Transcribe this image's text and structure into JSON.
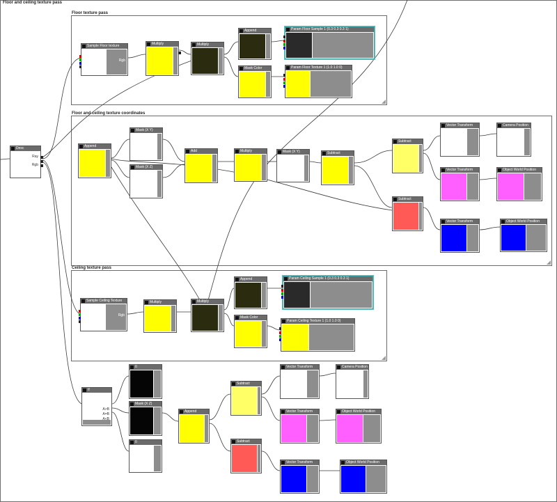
{
  "canvas": {
    "title": "Floor and ceiling texture pass"
  },
  "groups": [
    {
      "id": "g_floor",
      "title": "Floor texture pass"
    },
    {
      "id": "g_coords",
      "title": "Floor and ceiling texture coordinates"
    },
    {
      "id": "g_ceil",
      "title": "Ceiling texture pass"
    }
  ],
  "colors": {
    "yellow": "#ffff00",
    "pale_yellow": "#ffff66",
    "dark": "#2b2b0f",
    "black": "#050505",
    "pink": "#ff5fff",
    "red": "#ff5a55",
    "blue": "#0000ff",
    "white": "#ffffff",
    "charcoal": "#2a2a2a"
  },
  "nodes": [
    {
      "id": "desc",
      "title": "Desc",
      "labels": [
        "Ray",
        "Rgb"
      ]
    },
    {
      "id": "f_sample",
      "title": "Sample Floor texture",
      "labels": [
        "Rgb"
      ]
    },
    {
      "id": "f_mul1",
      "title": "Multiply"
    },
    {
      "id": "f_mul2",
      "title": "Multiply"
    },
    {
      "id": "f_append",
      "title": "Append"
    },
    {
      "id": "f_mask",
      "title": "Mask Color"
    },
    {
      "id": "f_param1",
      "title": "Param Floor Sample 1 (0.3 0.3 0.3 1)"
    },
    {
      "id": "f_param2",
      "title": "Param Floor Texture 1 (1.0 1.0 0)"
    },
    {
      "id": "c_append",
      "title": "Append"
    },
    {
      "id": "c_mask1",
      "title": "Mask (X Y)"
    },
    {
      "id": "c_mask2",
      "title": "Mask (X Z)"
    },
    {
      "id": "c_add",
      "title": "Add"
    },
    {
      "id": "c_mul",
      "title": "Multiply"
    },
    {
      "id": "c_mask3",
      "title": "Mask (X Y)"
    },
    {
      "id": "c_sub1",
      "title": "Subtract"
    },
    {
      "id": "c_sub2",
      "title": "Subtract"
    },
    {
      "id": "c_sub3",
      "title": "Subtract"
    },
    {
      "id": "c_vt1",
      "title": "Vector Transform"
    },
    {
      "id": "c_cam",
      "title": "Camera Position"
    },
    {
      "id": "c_vt2",
      "title": "Vector Transform"
    },
    {
      "id": "c_obj1",
      "title": "Object World Position"
    },
    {
      "id": "c_vt3",
      "title": "Vector Transform"
    },
    {
      "id": "c_obj2",
      "title": "Object World Position"
    },
    {
      "id": "k_sample",
      "title": "Sample Ceiling Texture",
      "labels": [
        "Rgb"
      ]
    },
    {
      "id": "k_mul1",
      "title": "Multiply"
    },
    {
      "id": "k_mul2",
      "title": "Multiply"
    },
    {
      "id": "k_append",
      "title": "Append"
    },
    {
      "id": "k_mask",
      "title": "Mask Color"
    },
    {
      "id": "k_param1",
      "title": "Param Ceiling Sample 1 (0.3 0.3 0.3 1)"
    },
    {
      "id": "k_param2",
      "title": "Param Ceiling Texture 1 (1.0 1.0 0)"
    },
    {
      "id": "b_if",
      "title": "If",
      "labels": [
        "A>B",
        "A=B",
        "A<B"
      ]
    },
    {
      "id": "b_a",
      "title": "0"
    },
    {
      "id": "b_mask",
      "title": "Mask (X Z)"
    },
    {
      "id": "b_b",
      "title": "0"
    },
    {
      "id": "b_append",
      "title": "Append"
    },
    {
      "id": "b_sub1",
      "title": "Subtract"
    },
    {
      "id": "b_sub2",
      "title": "Subtract"
    },
    {
      "id": "b_vt1",
      "title": "Vector Transform"
    },
    {
      "id": "b_cam",
      "title": "Camera Position"
    },
    {
      "id": "b_vt2",
      "title": "Vector Transform"
    },
    {
      "id": "b_obj1",
      "title": "Object World Position"
    },
    {
      "id": "b_vt3",
      "title": "Vector Transform"
    },
    {
      "id": "b_obj2",
      "title": "Object World Position"
    }
  ]
}
